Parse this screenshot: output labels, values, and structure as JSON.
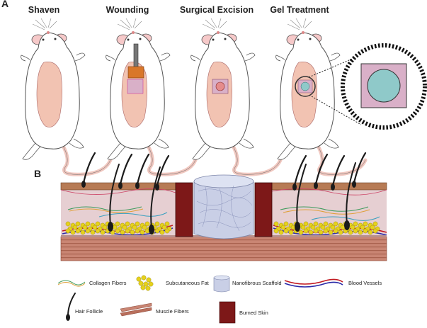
{
  "panel_a": {
    "label": "A",
    "steps": [
      "Shaven",
      "Wounding",
      "Surgical Excision",
      "Gel Treatment"
    ]
  },
  "panel_b": {
    "label": "B",
    "legend": {
      "collagen": "Collagen Fibers",
      "fat": "Subcutaneous Fat",
      "scaffold": "Nanofibrous Scaffold",
      "vessels": "Blood Vessels",
      "follicle": "Hair Follicle",
      "muscle": "Muscle Fibers",
      "burned": "Burned Skin"
    }
  },
  "colors": {
    "skin_patch": "#f2c3b2",
    "wound_square": "#d9b0c8",
    "gel_disc": "#8fc9c9",
    "burned_skin": "#7d1818",
    "epidermis": "#b77b55",
    "muscle": "#c98573",
    "fat": "#e6d21c",
    "scaffold": "#c9cfe6"
  }
}
